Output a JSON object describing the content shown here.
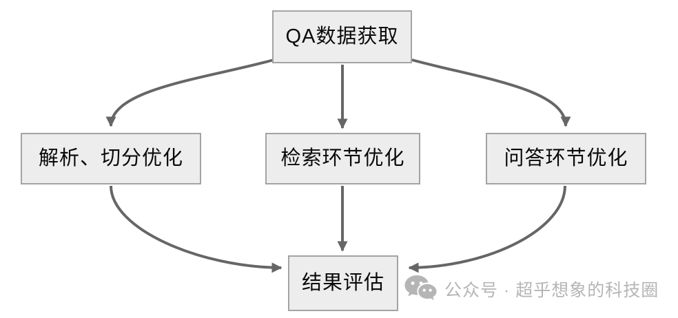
{
  "diagram": {
    "nodes": {
      "qa_acquisition": {
        "label": "QA数据获取"
      },
      "parsing_chunking": {
        "label": "解析、切分优化"
      },
      "retrieval_opt": {
        "label": "检索环节优化"
      },
      "qa_step_opt": {
        "label": "问答环节优化"
      },
      "evaluation": {
        "label": "结果评估"
      }
    },
    "edges": [
      {
        "from": "qa_acquisition",
        "to": "parsing_chunking"
      },
      {
        "from": "qa_acquisition",
        "to": "retrieval_opt"
      },
      {
        "from": "qa_acquisition",
        "to": "qa_step_opt"
      },
      {
        "from": "parsing_chunking",
        "to": "evaluation"
      },
      {
        "from": "retrieval_opt",
        "to": "evaluation"
      },
      {
        "from": "qa_step_opt",
        "to": "evaluation"
      }
    ],
    "colors": {
      "node_fill": "#ededed",
      "node_border": "#a3a3a3",
      "arrow": "#666666",
      "node_text": "#0a0a0a",
      "watermark_text": "#b5b5b5"
    }
  },
  "watermark": {
    "icon": "wechat-icon",
    "text": "公众号 · 超乎想象的科技圈"
  }
}
